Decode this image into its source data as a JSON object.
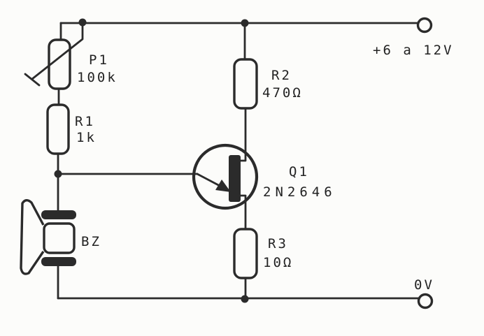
{
  "canvas": {
    "background": "#fcfcfa",
    "ink": "#2b2b2b"
  },
  "components": {
    "p1": {
      "ref": "P1",
      "value": "100k",
      "symbol": "potentiometer"
    },
    "r1": {
      "ref": "R1",
      "value": "1k",
      "symbol": "resistor"
    },
    "r2": {
      "ref": "R2",
      "value": "470Ω",
      "symbol": "resistor"
    },
    "r3": {
      "ref": "R3",
      "value": "10Ω",
      "symbol": "resistor"
    },
    "q1": {
      "ref": "Q1",
      "value": "2N2646",
      "symbol": "unijunction-transistor"
    },
    "bz": {
      "ref": "BZ",
      "symbol": "buzzer-speaker"
    }
  },
  "terminals": {
    "supply": {
      "label": "+6 a 12V"
    },
    "ground": {
      "label": "0V"
    }
  }
}
